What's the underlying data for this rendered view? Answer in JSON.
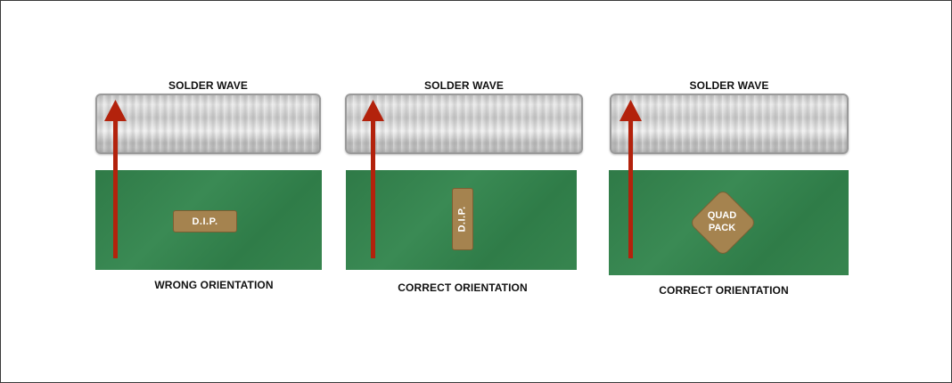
{
  "panels": [
    {
      "wave_label": "SOLDER WAVE",
      "component_label": "D.I.P.",
      "component_type": "dip-horizontal",
      "orientation_label": "WRONG ORIENTATION"
    },
    {
      "wave_label": "SOLDER WAVE",
      "component_label": "D.I.P.",
      "component_type": "dip-vertical",
      "orientation_label": "CORRECT ORIENTATION"
    },
    {
      "wave_label": "SOLDER WAVE",
      "component_label_line1": "QUAD",
      "component_label_line2": "PACK",
      "component_type": "quad-pack",
      "orientation_label": "CORRECT ORIENTATION"
    }
  ],
  "colors": {
    "board": "#2f7a47",
    "component": "#a5834f",
    "arrow": "#b3220c",
    "wave": "#d4d4d4"
  },
  "icons": [
    "solder-wave",
    "pcb-board",
    "direction-arrow"
  ]
}
